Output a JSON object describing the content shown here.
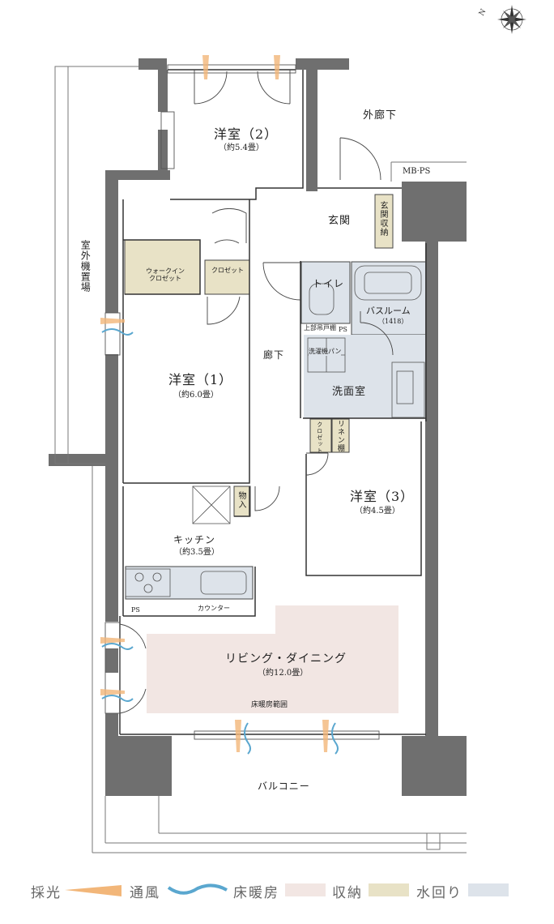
{
  "rooms": {
    "bedroom2": "洋室（2）",
    "bedroom2_size": "（約5.4畳）",
    "bedroom1": "洋室（1）",
    "bedroom1_size": "（約6.0畳）",
    "bedroom3": "洋室（3）",
    "bedroom3_size": "（約4.5畳）",
    "kitchen": "キッチン",
    "kitchen_size": "（約3.5畳）",
    "living": "リビング・ダイニング",
    "living_size": "（約12.0畳）",
    "floor_heating_area": "床暖房範囲",
    "corridor": "廊下",
    "entrance": "玄関",
    "outer_corridor": "外廊下",
    "mb_ps": "MB·PS",
    "entrance_storage": "玄関収納",
    "toilet": "トイレ",
    "upper_cabinet": "上部吊戸棚",
    "ps": "PS",
    "bathroom": "バスルーム",
    "bathroom_size": "（1418）",
    "washer_pan": "洗濯機パン",
    "washroom": "洗面室",
    "linen_shelf": "リネン棚",
    "closet": "クロゼット",
    "walkin_closet": "ウォークイン クロゼット",
    "storage": "物入",
    "counter": "カウンター",
    "ps_kitchen": "PS",
    "outdoor_unit": "室外機置場",
    "balcony": "バルコニー"
  },
  "legend": {
    "items": [
      {
        "label": "採光"
      },
      {
        "label": "通風"
      },
      {
        "label": "床暖房"
      },
      {
        "label": "収納"
      },
      {
        "label": "水回り"
      }
    ]
  },
  "colors": {
    "wall": "#6f6f6f",
    "floor_heating": "#f2e6e3",
    "storage": "#e8e2c6",
    "wet_area": "#dde3ea",
    "daylight": "#f2b679",
    "ventilation": "#5aa7cf"
  },
  "compass_north_label": "N"
}
